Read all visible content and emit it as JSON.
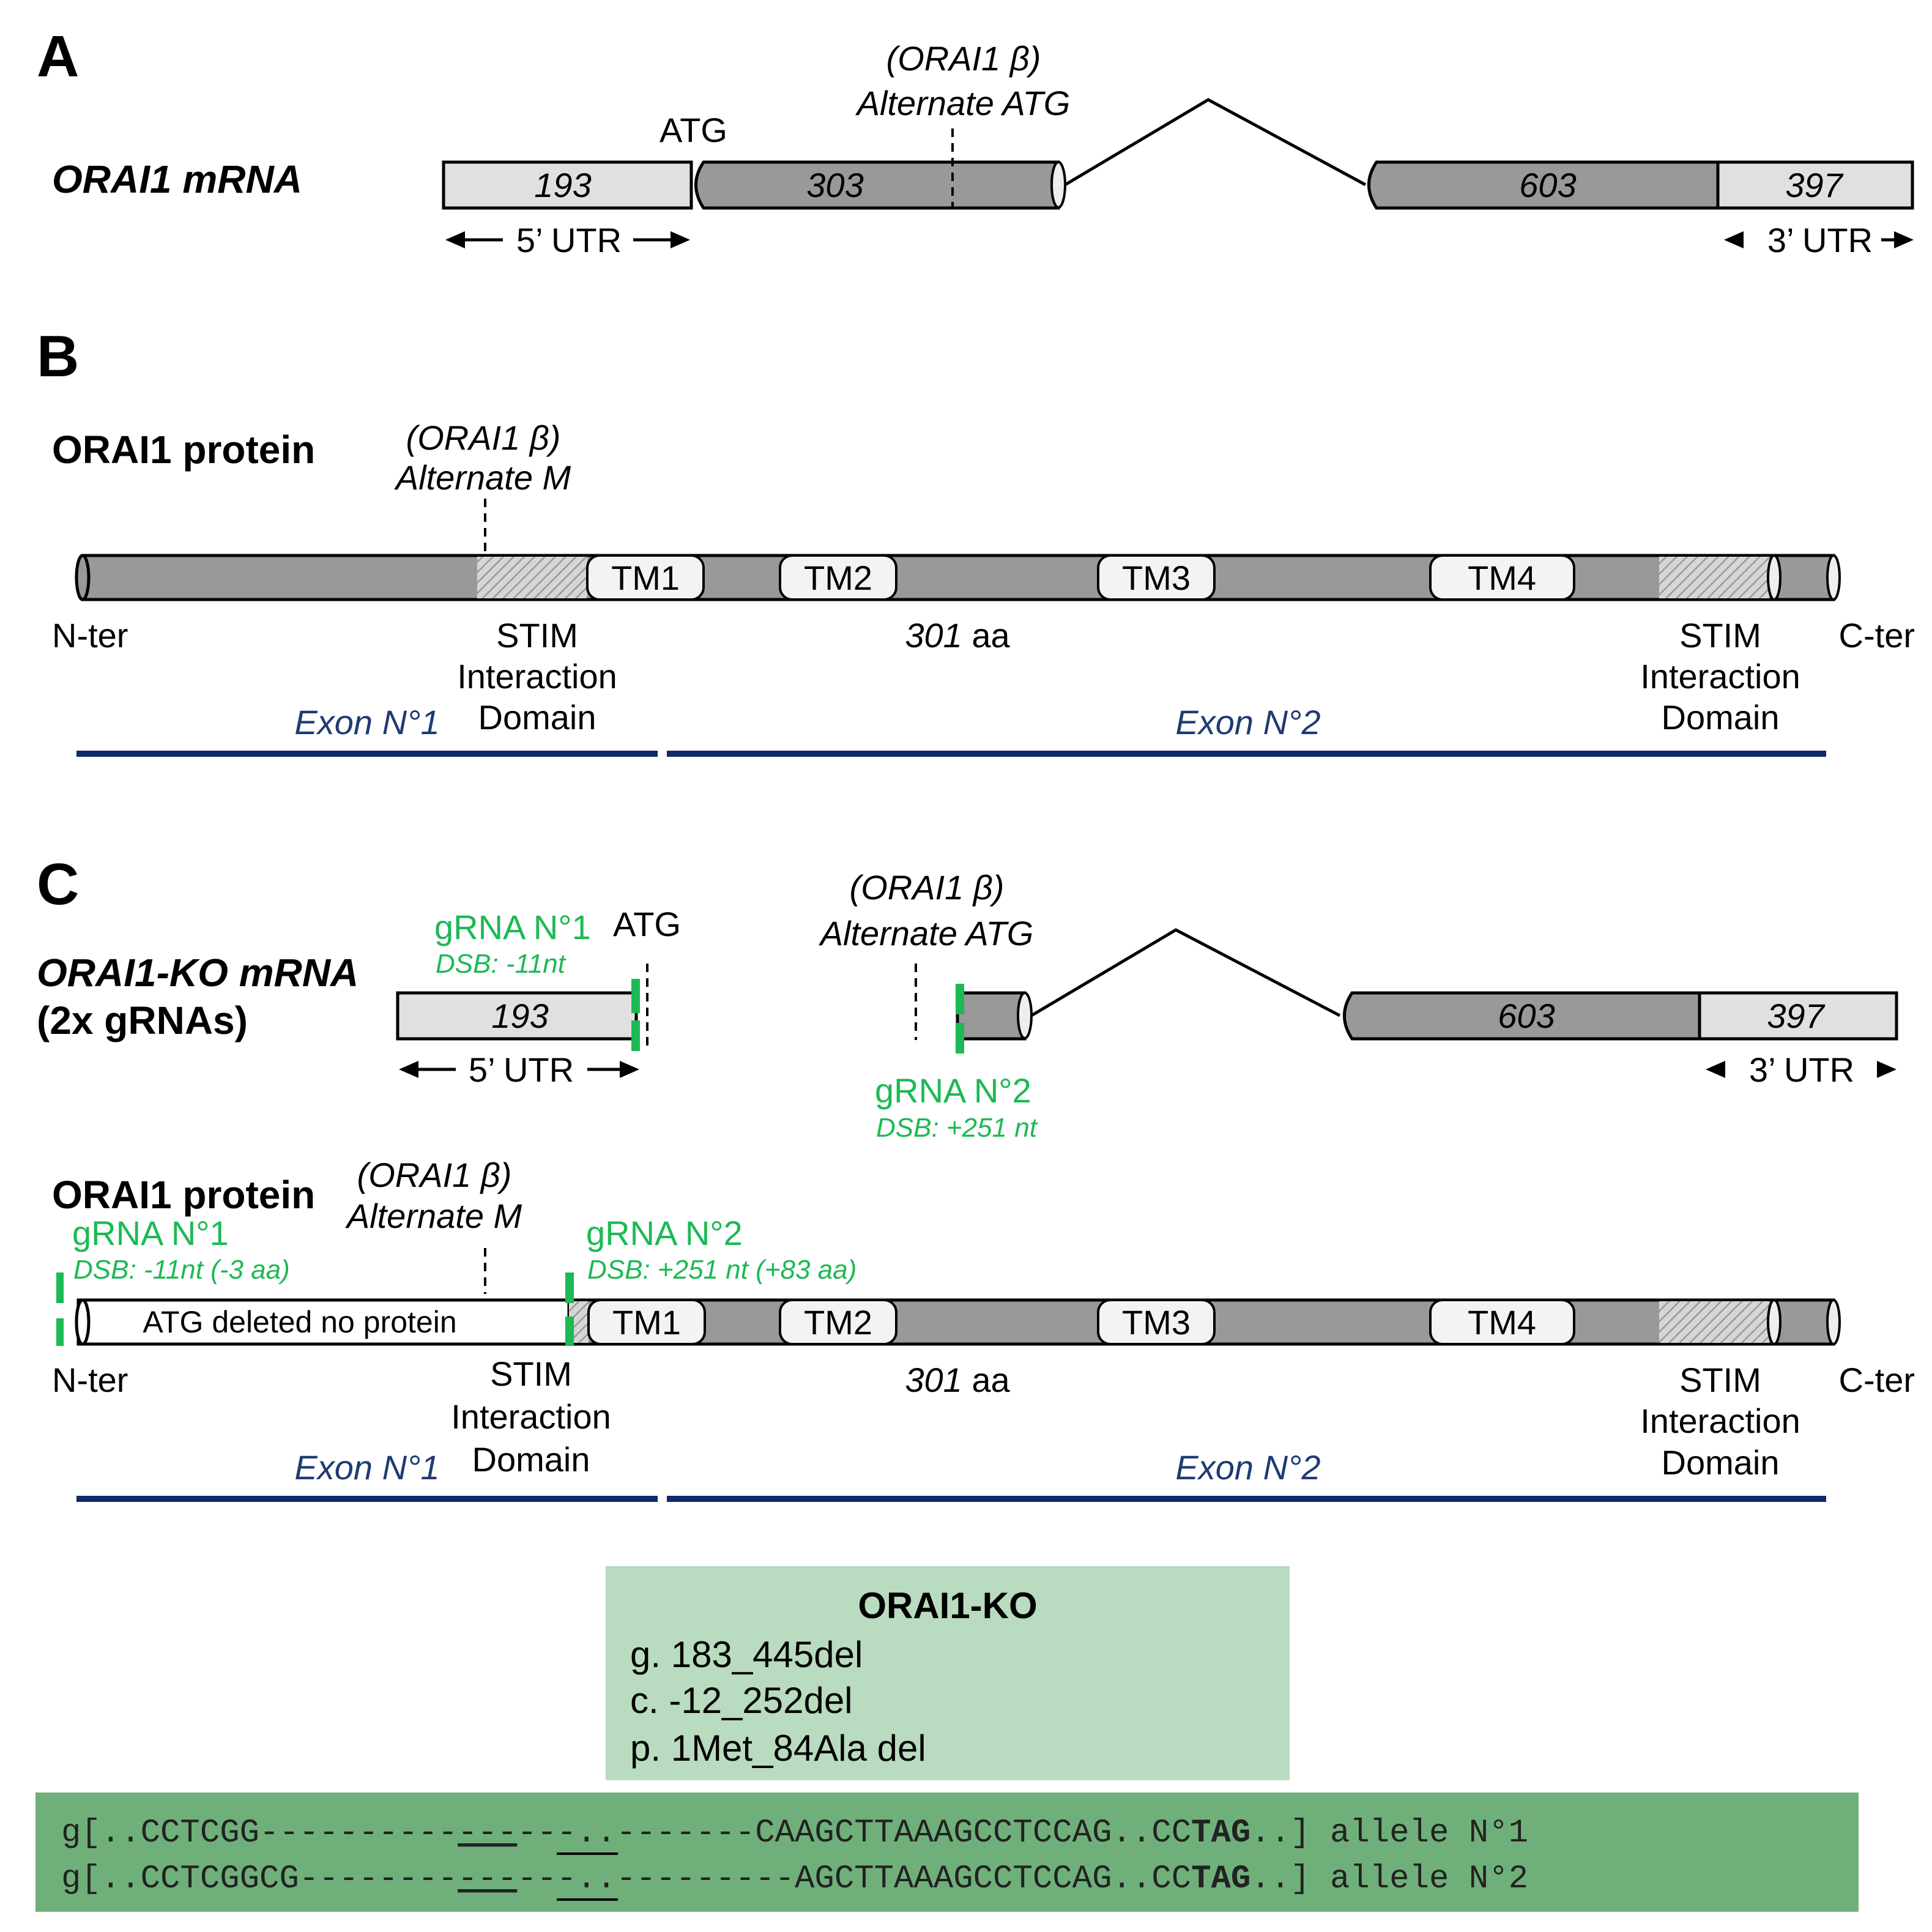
{
  "colors": {
    "exon_light": "#e0e0e0",
    "exon_dark": "#999999",
    "grna_green": "#1db954",
    "exon_line_navy": "#0f2a66",
    "box_light_green": "#b9dbbf",
    "box_dark_green": "#6fb07a"
  },
  "panel_a": {
    "label": "A",
    "title": "ORAI1 mRNA",
    "atg": "ATG",
    "alt_name": "(ORAI1 β)",
    "alt_atg": "Alternate ATG",
    "segments": [
      "193",
      "303",
      "603",
      "397"
    ],
    "utr5": "5’ UTR",
    "utr3": "3’ UTR"
  },
  "panel_b": {
    "label": "B",
    "title": "ORAI1 protein",
    "alt_name": "(ORAI1 β)",
    "alt_m": "Alternate M",
    "tms": [
      "TM1",
      "TM2",
      "TM3",
      "TM4"
    ],
    "n_ter": "N-ter",
    "c_ter": "C-ter",
    "length_num": "301",
    "length_unit": " aa",
    "stim": [
      "STIM",
      "Interaction",
      "Domain"
    ],
    "exon1": "Exon N°1",
    "exon2": "Exon N°2"
  },
  "panel_c": {
    "label": "C",
    "title_line1": "ORAI1-KO mRNA",
    "title_line2": "(2x gRNAs)",
    "grna1": "gRNA N°1",
    "grna1_dsb": "DSB: -11nt",
    "atg": "ATG",
    "alt_name": "(ORAI1 β)",
    "alt_atg": "Alternate ATG",
    "grna2": "gRNA N°2",
    "grna2_dsb": "DSB: +251 nt",
    "segments": [
      "193",
      "603",
      "397"
    ],
    "utr5": "5’ UTR",
    "utr3": "3’ UTR",
    "protein_title": "ORAI1 protein",
    "p_grna1": "gRNA N°1",
    "p_grna1_dsb": "DSB: -11nt (-3 aa)",
    "p_alt_name": "(ORAI1 β)",
    "p_alt_m": "Alternate M",
    "p_grna2": "gRNA N°2",
    "p_grna2_dsb": "DSB: +251 nt (+83 aa)",
    "deleted_text": "ATG deleted no protein",
    "tms": [
      "TM1",
      "TM2",
      "TM3",
      "TM4"
    ],
    "n_ter": "N-ter",
    "c_ter": "C-ter",
    "length_num": "301",
    "length_unit": " aa",
    "stim": [
      "STIM",
      "Interaction",
      "Domain"
    ],
    "exon1": "Exon N°1",
    "exon2": "Exon N°2"
  },
  "ko_box": {
    "title": "ORAI1-KO",
    "lines": [
      "g. 183_445del",
      "c. -12_252del",
      "p. 1Met_84Ala del"
    ]
  },
  "alleles": [
    {
      "pre": "g[..CCTCGG----------",
      "mid": "---",
      "post": "---..-------CAAGCTTAAAGCCTCCAG..CC",
      "stop": "TAG",
      "end": "..] allele N°1"
    },
    {
      "pre": "g[..CCTCGGCG--------",
      "mid": "---",
      "post": "---..---------AGCTTAAAGCCTCCAG..CC",
      "stop": "TAG",
      "end": "..] allele N°2"
    }
  ]
}
